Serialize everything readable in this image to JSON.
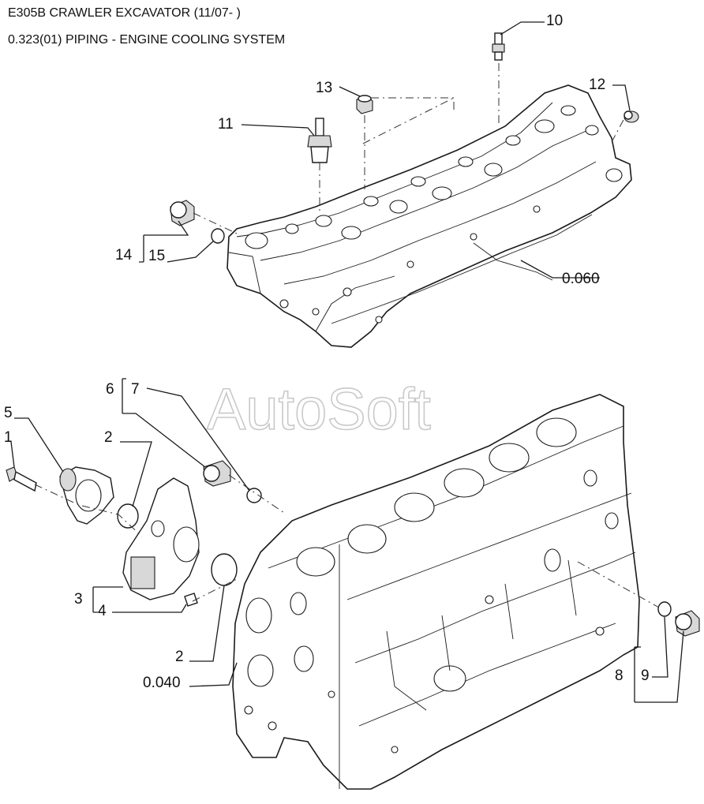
{
  "header": {
    "title": "E305B CRAWLER EXCAVATOR (11/07- )",
    "subtitle": "0.323(01) PIPING - ENGINE COOLING SYSTEM"
  },
  "watermark": "AutoSoft",
  "callouts": {
    "c10": "10",
    "c13": "13",
    "c12": "12",
    "c11": "11",
    "c14": "14",
    "c15": "15",
    "c0060": "0.060",
    "c6": "6",
    "c7": "7",
    "c5": "5",
    "c1": "1",
    "c2a": "2",
    "c3": "3",
    "c4": "4",
    "c2b": "2",
    "c0040": "0.040",
    "c8": "8",
    "c9": "9"
  }
}
